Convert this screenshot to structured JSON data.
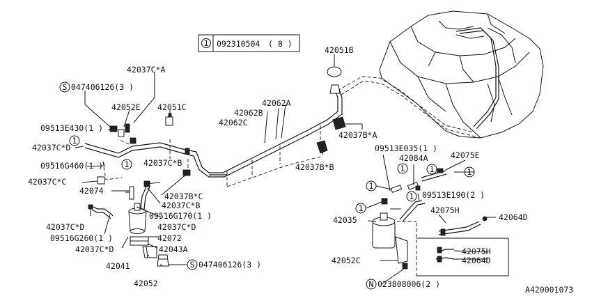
{
  "diagram_id": "A420001073",
  "bolt_ref": {
    "circle": "1",
    "part": "092310504",
    "qty": "( 8 )"
  },
  "labels": {
    "p42051B": "42051B",
    "p42037CA": "42037C*A",
    "p047406126a": "047406126(3 )",
    "p42052E": "42052E",
    "p42051C": "42051C",
    "p42062A": "42062A",
    "p42062B": "42062B",
    "p42062C": "42062C",
    "p09513E430": "09513E430(1 )",
    "p42037CD_a": "42037C*D",
    "p09516G460": "09516G460(1 )",
    "p42037CB_a": "42037C*B",
    "p42037CC": "42037C*C",
    "p42074": "42074",
    "p42037BC": "42037B*C",
    "p42037CB_b": "42037C*B",
    "p09516G170": "09516G170(1 )",
    "p42037CD_b": "42037C*D",
    "p42037CD_c": "42037C*D",
    "p09516G260": "09516G260(1 )",
    "p42072": "42072",
    "p42037CD_d": "42037C*D",
    "p42043A": "42043A",
    "p42041": "42041",
    "p047406126b": "047406126(3 )",
    "p42052": "42052",
    "p42037BA": "42037B*A",
    "p42037BB": "42037B*B",
    "p09513E035": "09513E035(1 )",
    "p42084A": "42084A",
    "p42075E": "42075E",
    "p09513E190": "09513E190(2 )",
    "p42075H_a": "42075H",
    "p42035": "42035",
    "p42064D_a": "42064D",
    "p42075H_b": "42075H",
    "p42064D_b": "42064D",
    "p42052C": "42052C",
    "p023808006": "023808006(2 )"
  },
  "markers": {
    "circle_one": "1",
    "s_mark": "S",
    "n_mark": "N"
  }
}
